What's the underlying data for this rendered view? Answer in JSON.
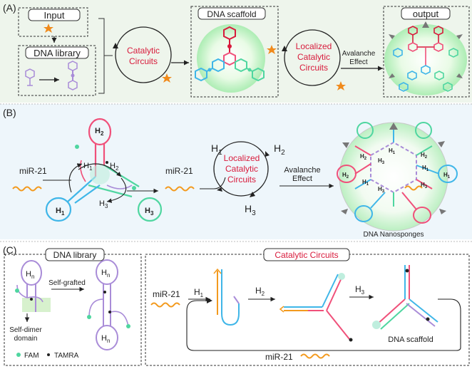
{
  "panels": {
    "a": {
      "label": "(A)",
      "input": "Input",
      "dna_library": "DNA library",
      "catalytic_circuits": [
        "Catalytic",
        "Circuits"
      ],
      "dna_scaffold": "DNA scaffold",
      "localized_circuits": [
        "Localized",
        "Catalytic",
        "Circuits"
      ],
      "avalanche": [
        "Avalanche",
        "Effect"
      ],
      "output": "output"
    },
    "b": {
      "label": "(B)",
      "mir_left": "miR-21",
      "mir_mid": "miR-21",
      "hairpins": {
        "h1": "H1",
        "h2": "H2",
        "h3": "H3"
      },
      "h_prefix": "H",
      "sub1": "1",
      "sub2": "2",
      "sub3": "3",
      "localized_circuits": [
        "Localized",
        "Catalytic",
        "Circuits"
      ],
      "avalanche": [
        "Avalanche",
        "Effect"
      ],
      "nanosponges": "DNA Nanosponges"
    },
    "c": {
      "label": "(C)",
      "dna_library": "DNA library",
      "hn": "H",
      "sub_n": "n",
      "self_grafted": "Self-grafted",
      "self_dimer": [
        "Self-dimer",
        "domain"
      ],
      "fam": "FAM",
      "tamra": "TAMRA",
      "catalytic_circuits": "Catalytic Circuits",
      "mir_in": "miR-21",
      "h1": "H",
      "h2": "H",
      "h3": "H",
      "dna_scaffold": "DNA scaffold",
      "mir_out": "miR-21"
    }
  },
  "colors": {
    "red": "#d81b3c",
    "pink": "#f0507a",
    "blue": "#3fb6e8",
    "green": "#4fd6a0",
    "purple": "#a98cd8",
    "orange": "#f39a1e",
    "star": "#f08a1c",
    "bg_b": "#eef6fb"
  }
}
